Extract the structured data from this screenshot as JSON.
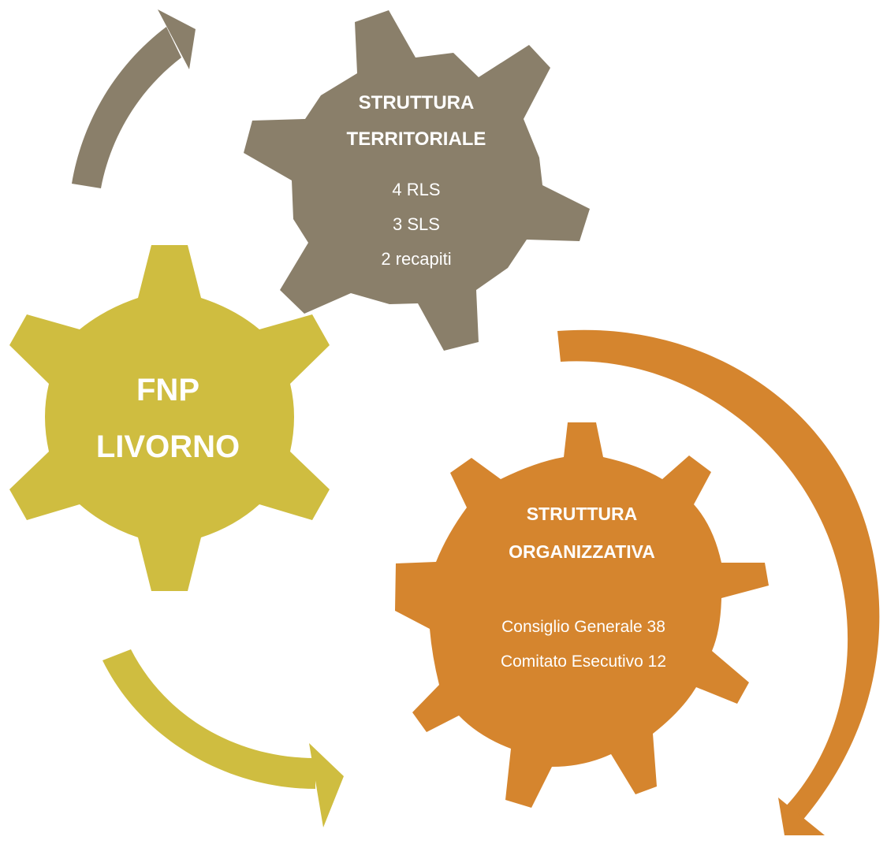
{
  "gears": {
    "territoriale": {
      "title_line1": "STRUTTURA",
      "title_line2": "TERRITORIALE",
      "items": [
        "4 RLS",
        "3 SLS",
        "2  recapiti"
      ],
      "color": "#8a7f6a"
    },
    "fnp": {
      "title_line1": "FNP",
      "title_line2": "LIVORNO",
      "color": "#cfbd40"
    },
    "organizzativa": {
      "title_line1": "STRUTTURA",
      "title_line2": "ORGANIZZATIVA",
      "items": [
        "Consiglio Generale  38",
        "Comitato  Esecutivo  12"
      ],
      "color": "#d5852e"
    }
  },
  "arrows": {
    "gray": {
      "color": "#8a7f6a"
    },
    "olive": {
      "color": "#cfbd40"
    },
    "orange": {
      "color": "#d5852e"
    }
  }
}
